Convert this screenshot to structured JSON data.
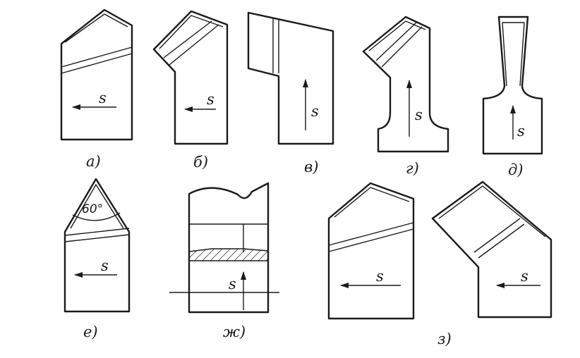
{
  "figure_labels": [
    "а)",
    "б)",
    "в)",
    "г)",
    "д)",
    "е)",
    "ж)",
    "з)"
  ],
  "feed_symbol": "s",
  "angle_label": "60°",
  "colors": {
    "ink": "#1a1a1a",
    "background": "#ffffff"
  }
}
